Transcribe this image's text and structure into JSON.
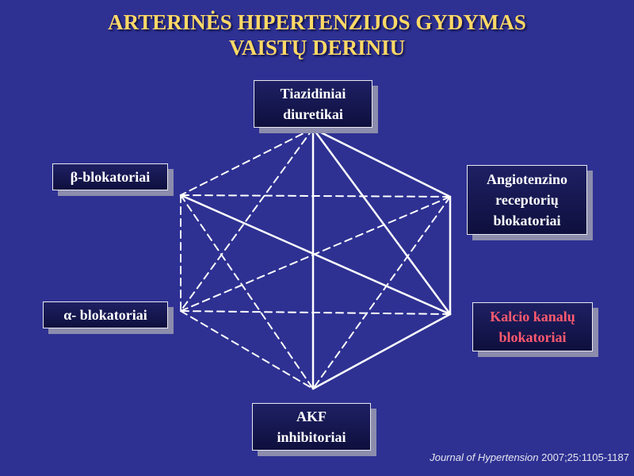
{
  "slide": {
    "title_lines": [
      "ARTERINĖS HIPERTENZIJOS GYDYMAS",
      "VAISTŲ DERINIU"
    ],
    "citation": {
      "journal": "Journal of Hypertension",
      "reference": " 2007;25:1105-1187"
    }
  },
  "colors": {
    "background": "#2e3192",
    "title": "#ffd966",
    "node_text": "#ffffff",
    "highlight_text": "#ff5a6e",
    "line": "#ffffff"
  },
  "nodes": [
    {
      "id": "tiazidiniai",
      "lines": [
        "Tiazidiniai",
        "diuretikai"
      ],
      "highlight": false
    },
    {
      "id": "angiotenzino",
      "lines": [
        "Angiotenzino",
        "receptorių",
        "blokatoriai"
      ],
      "highlight": false
    },
    {
      "id": "kalcio",
      "lines": [
        "Kalcio kanalų",
        "blokatoriai"
      ],
      "highlight": true
    },
    {
      "id": "akf",
      "lines": [
        "AKF",
        "inhibitoriai"
      ],
      "highlight": false
    },
    {
      "id": "alfa",
      "lines": [
        "α- blokatoriai"
      ],
      "highlight": false
    },
    {
      "id": "beta",
      "lines": [
        "β-blokatoriai"
      ],
      "highlight": false
    }
  ],
  "edges": [
    {
      "from": "tiazidiniai",
      "to": "angiotenzino",
      "style": "solid"
    },
    {
      "from": "tiazidiniai",
      "to": "kalcio",
      "style": "solid"
    },
    {
      "from": "tiazidiniai",
      "to": "akf",
      "style": "solid"
    },
    {
      "from": "tiazidiniai",
      "to": "beta",
      "style": "dashed"
    },
    {
      "from": "tiazidiniai",
      "to": "alfa",
      "style": "dashed"
    },
    {
      "from": "angiotenzino",
      "to": "kalcio",
      "style": "solid"
    },
    {
      "from": "angiotenzino",
      "to": "beta",
      "style": "dashed"
    },
    {
      "from": "angiotenzino",
      "to": "alfa",
      "style": "dashed"
    },
    {
      "from": "angiotenzino",
      "to": "akf",
      "style": "dashed"
    },
    {
      "from": "kalcio",
      "to": "beta",
      "style": "solid"
    },
    {
      "from": "kalcio",
      "to": "akf",
      "style": "solid"
    },
    {
      "from": "kalcio",
      "to": "alfa",
      "style": "dashed"
    },
    {
      "from": "beta",
      "to": "alfa",
      "style": "dashed"
    },
    {
      "from": "beta",
      "to": "akf",
      "style": "dashed"
    },
    {
      "from": "alfa",
      "to": "akf",
      "style": "dashed"
    }
  ]
}
